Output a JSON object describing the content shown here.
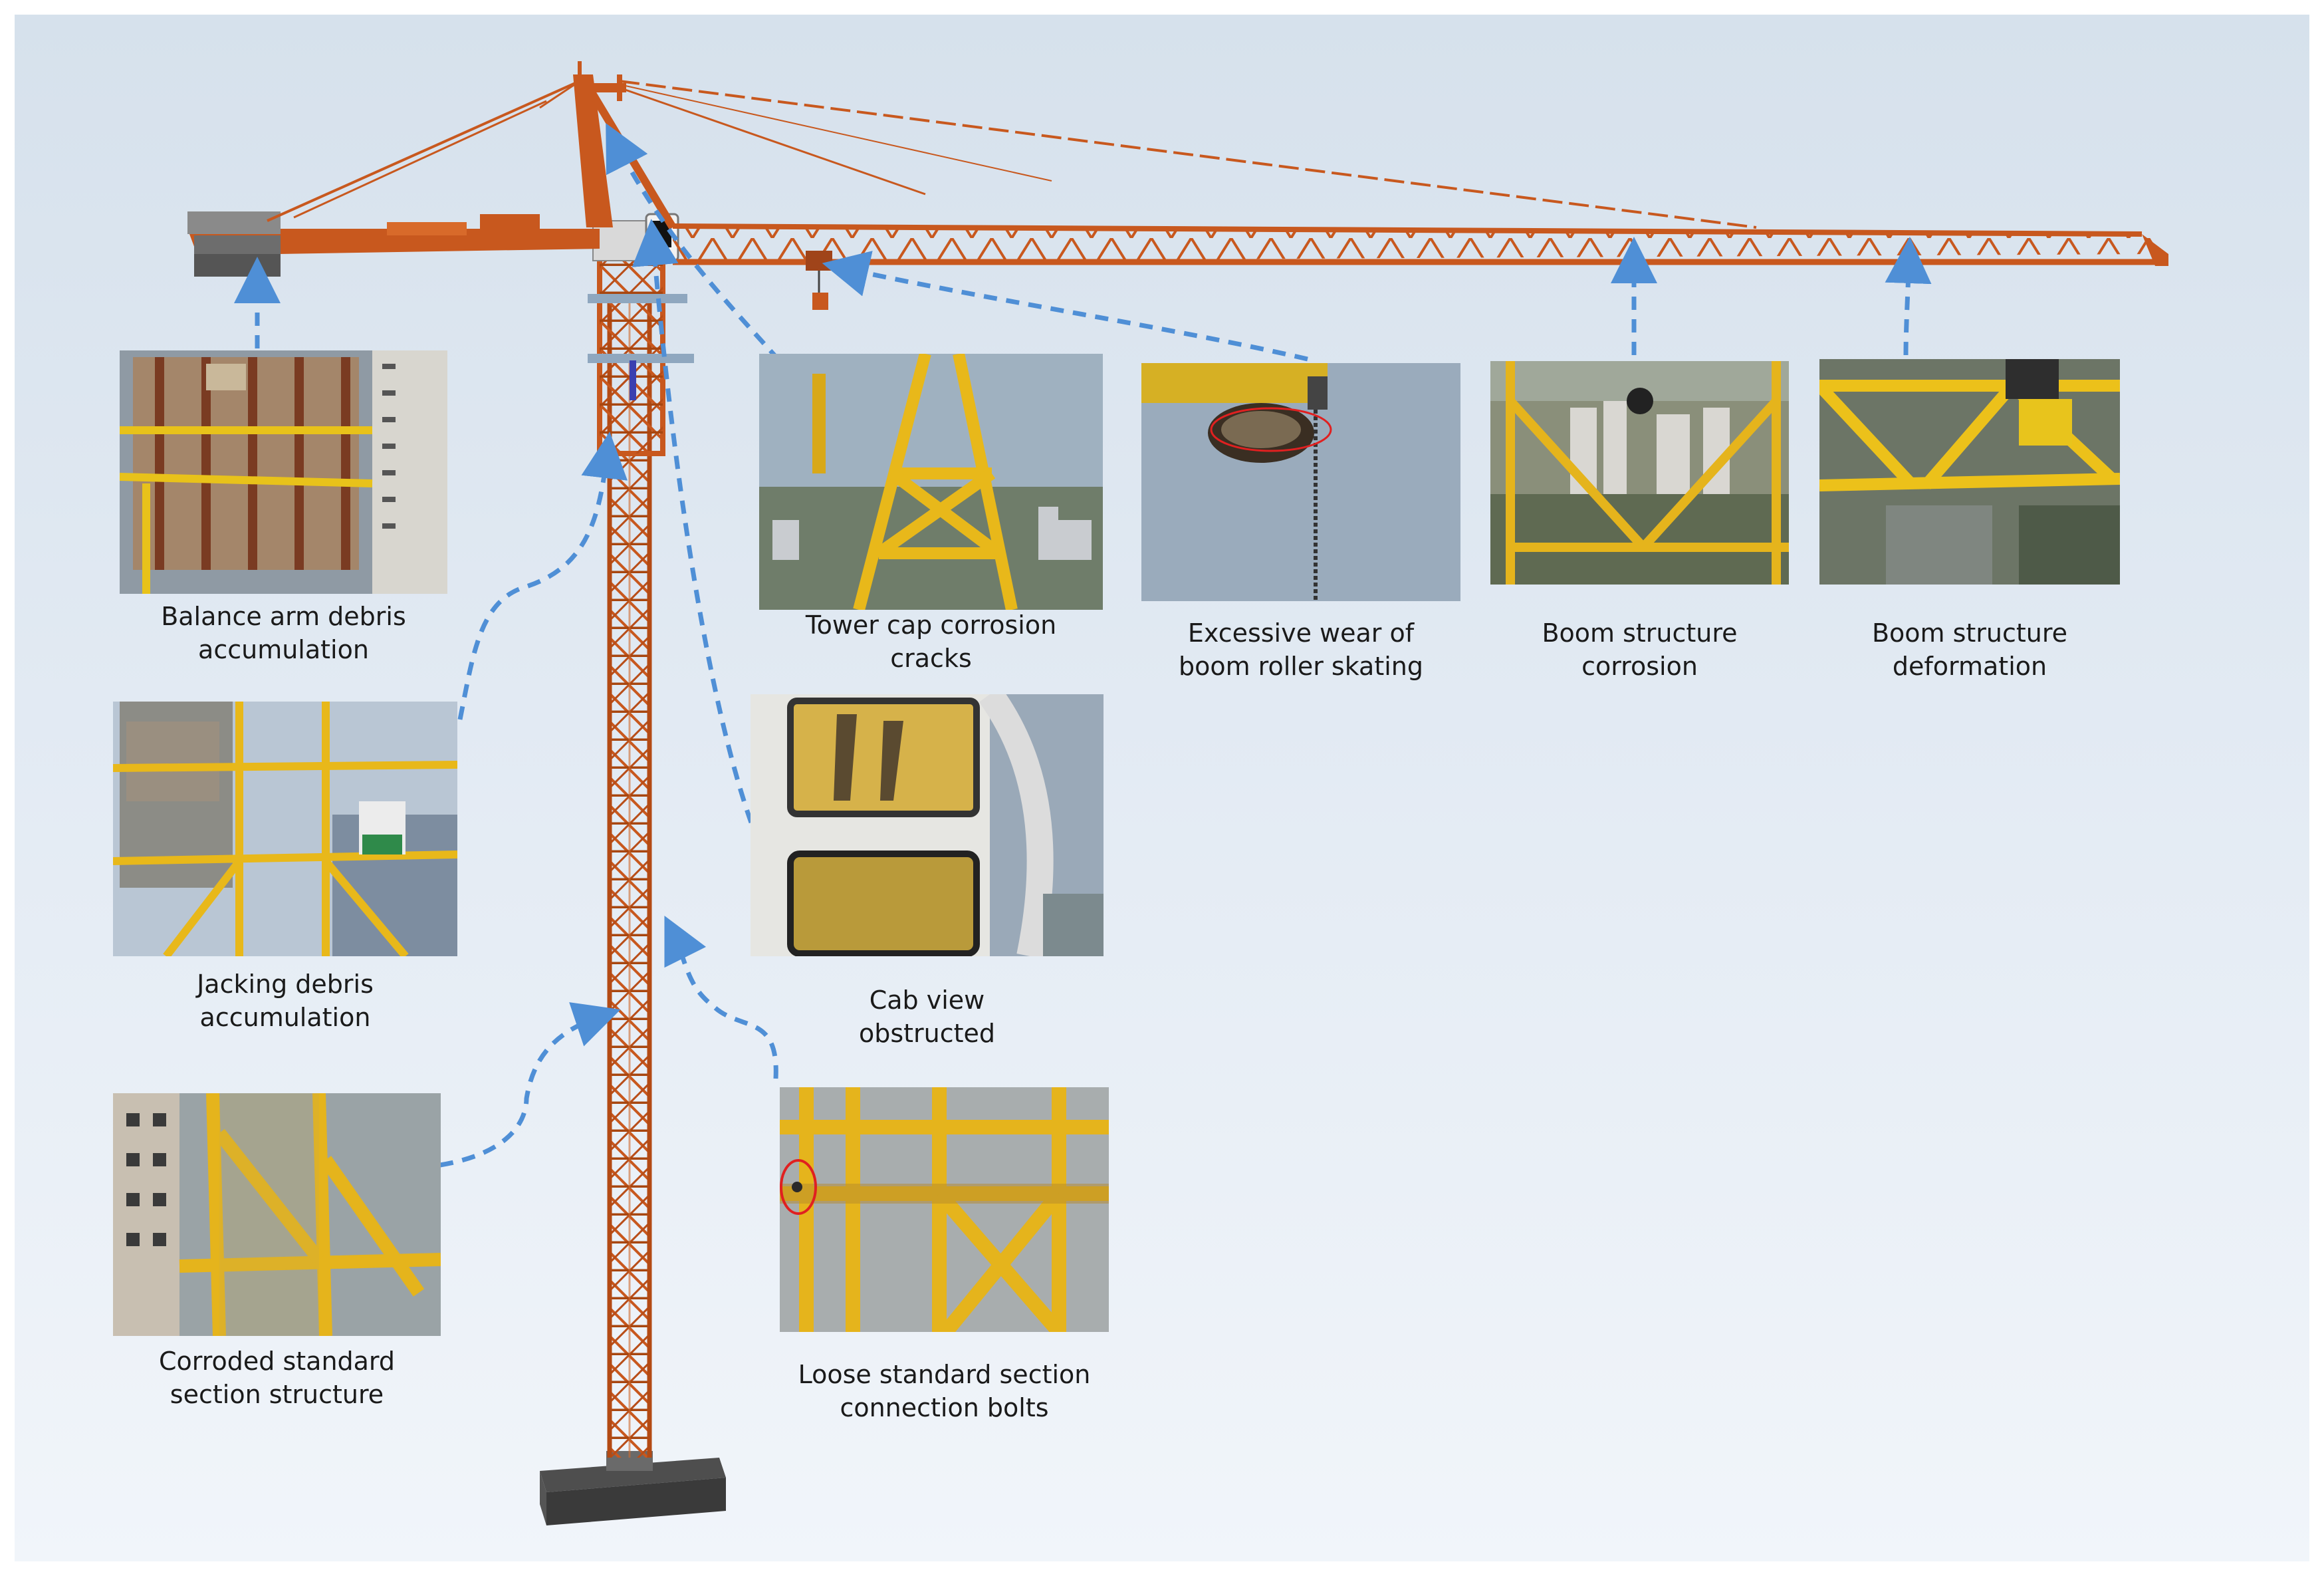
{
  "colors": {
    "crane_orange": "#c8581e",
    "arrow_blue": "#4f8fd6",
    "photo_yellow": "#e8b81a",
    "highlight_red": "#e02020"
  },
  "photos": {
    "balance_arm": {
      "line1": "Balance arm debris",
      "line2": "accumulation"
    },
    "jacking": {
      "line1": "Jacking debris",
      "line2": "accumulation"
    },
    "corroded_section": {
      "line1": "Corroded standard",
      "line2": "section structure"
    },
    "tower_cap": {
      "line1": "Tower cap corrosion",
      "line2": "cracks"
    },
    "cab_view": {
      "line1": "Cab view",
      "line2": "obstructed"
    },
    "loose_bolts": {
      "line1": "Loose standard section",
      "line2": "connection bolts"
    },
    "roller_wear": {
      "line1": "Excessive wear of",
      "line2": "boom roller skating"
    },
    "boom_corrosion": {
      "line1": "Boom structure",
      "line2": "corrosion"
    },
    "boom_deformation": {
      "line1": "Boom structure",
      "line2": "deformation"
    }
  }
}
